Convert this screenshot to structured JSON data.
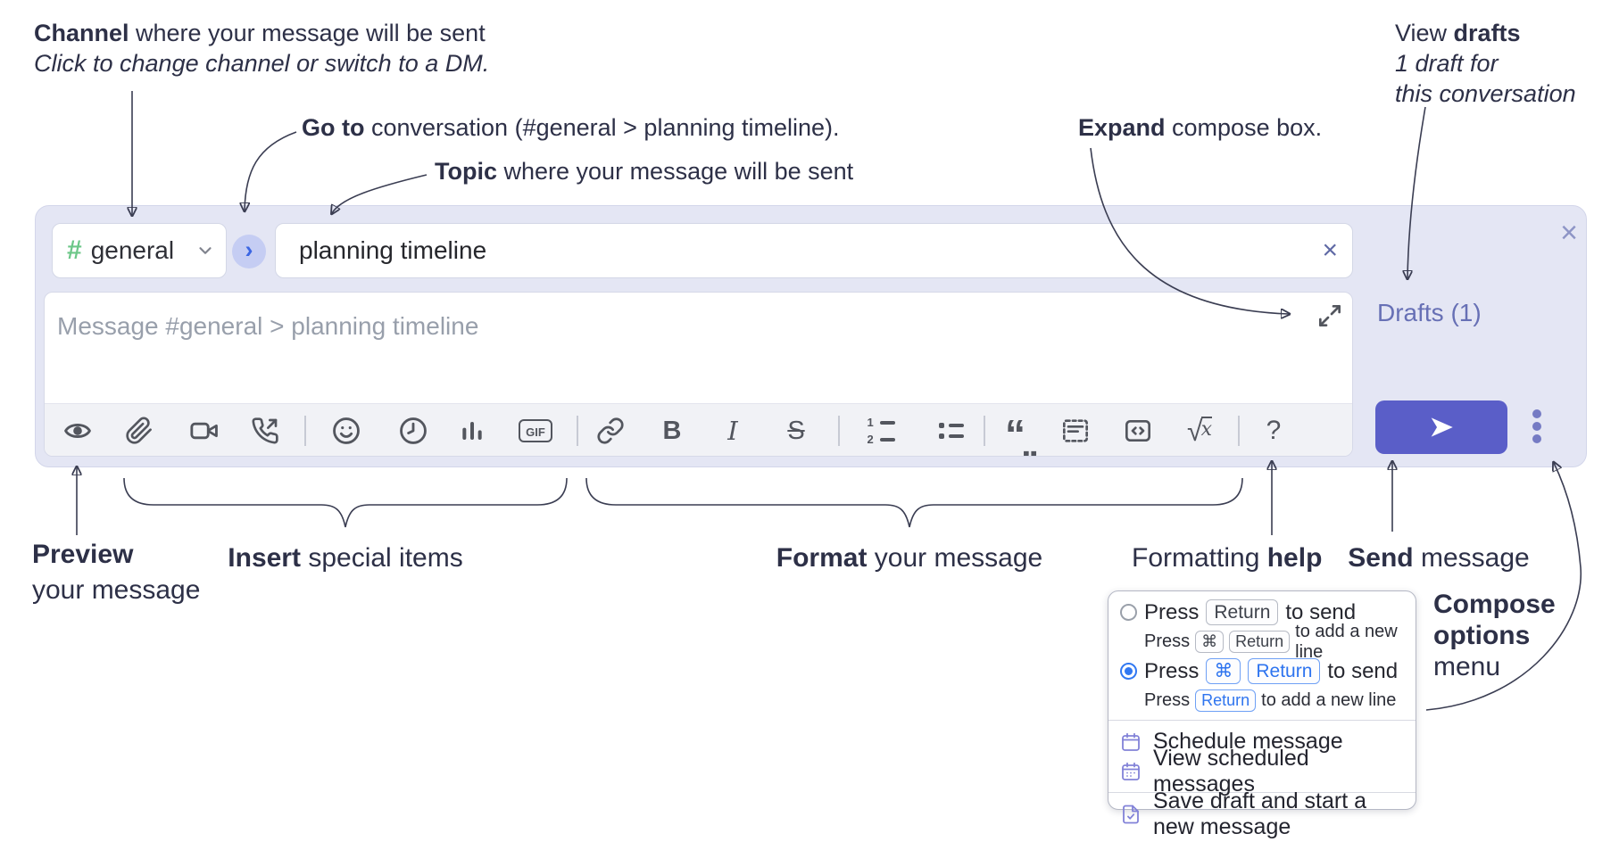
{
  "annotations": {
    "channel": {
      "bold": "Channel",
      "rest": " where your message will be sent",
      "line2": "Click to change channel or switch to a DM."
    },
    "goto": {
      "bold": "Go to",
      "rest": " conversation (#general > planning timeline)."
    },
    "topic": {
      "bold": "Topic",
      "rest": " where your message will be sent"
    },
    "expand": {
      "bold": "Expand",
      "rest": " compose box."
    },
    "drafts": {
      "line1_pre": "View ",
      "line1_bold": "drafts",
      "line2": "1 draft for",
      "line3": "this conversation"
    },
    "preview": {
      "bold": "Preview",
      "line2": "your message"
    },
    "insert": {
      "bold": "Insert",
      "rest": " special items"
    },
    "format": {
      "bold": "Format",
      "rest": " your message"
    },
    "help": {
      "pre": "Formatting ",
      "bold": "help"
    },
    "send": {
      "bold": "Send",
      "rest": " message"
    },
    "compose_options": {
      "line1": "Compose",
      "line2": "options",
      "line3": "menu"
    }
  },
  "compose": {
    "channel_name": "general",
    "hash_glyph": "#",
    "goto_glyph": "›",
    "topic_value": "planning timeline",
    "clear_glyph": "×",
    "close_glyph": "×",
    "message_placeholder": "Message #general > planning timeline",
    "drafts_label": "Drafts (1)"
  },
  "toolbar": {
    "icons": [
      "preview",
      "attach-file",
      "video-call",
      "audio-call",
      "emoji",
      "time",
      "poll",
      "gif",
      "link",
      "bold",
      "italic",
      "strikethrough",
      "numbered-list",
      "bulleted-list",
      "quote",
      "spoiler",
      "code",
      "math",
      "help"
    ],
    "labels": {
      "gif": "GIF",
      "bold": "B",
      "italic": "I",
      "strikethrough": "S",
      "help": "?",
      "math_root": "√",
      "math_var": "x",
      "ol1": "1",
      "ol2": "2",
      "quote_open": "“",
      "quote_close": "„"
    }
  },
  "options_menu": {
    "option1": {
      "selected": false,
      "main": [
        {
          "t": "text",
          "v": "Press"
        },
        {
          "t": "key",
          "v": "Return"
        },
        {
          "t": "text",
          "v": "to send"
        }
      ],
      "sub": [
        {
          "t": "text",
          "v": "Press"
        },
        {
          "t": "key",
          "v": "⌘"
        },
        {
          "t": "key",
          "v": "Return"
        },
        {
          "t": "text",
          "v": "to add a new line"
        }
      ]
    },
    "option2": {
      "selected": true,
      "main": [
        {
          "t": "text",
          "v": "Press"
        },
        {
          "t": "key",
          "v": "⌘",
          "blue": true
        },
        {
          "t": "key",
          "v": "Return",
          "blue": true
        },
        {
          "t": "text",
          "v": "to send"
        }
      ],
      "sub": [
        {
          "t": "text",
          "v": "Press"
        },
        {
          "t": "key",
          "v": "Return",
          "blue": true
        },
        {
          "t": "text",
          "v": "to add a new line"
        }
      ]
    },
    "items": [
      {
        "icon": "calendar-icon",
        "label": "Schedule message"
      },
      {
        "icon": "calendar-scheduled-icon",
        "label": "View scheduled messages"
      },
      {
        "icon": "save-draft-icon",
        "label": "Save draft and start a new message"
      }
    ]
  },
  "colors": {
    "compose_bg": "#e4e6f4",
    "accent_indigo": "#5a5ec8",
    "link_indigo": "#6770b5",
    "hash_green": "#6cc788",
    "goto_blue": "#3b66e3",
    "key_blue": "#2e74ef",
    "radio_blue": "#3178f2",
    "menu_icon_violet": "#8282d8",
    "icon_gray": "#53565e",
    "annotation_ink": "#2d3047"
  }
}
